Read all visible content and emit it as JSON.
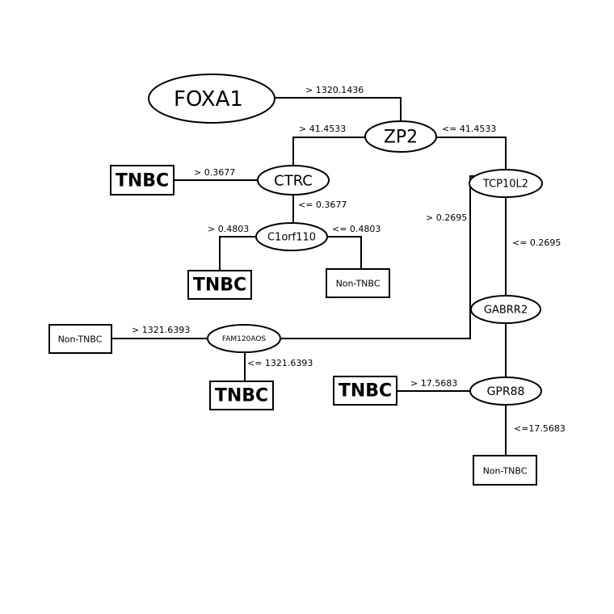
{
  "nodes": {
    "foxa1": "FOXA1",
    "zp2": "ZP2",
    "ctrc": "CTRC",
    "tcp10l2": "TCP10L2",
    "c1orf110": "C1orf110",
    "gabrr2": "GABRR2",
    "fam120aos": "FAM120AOS",
    "gpr88": "GPR88",
    "leaf_tnbc_1": "TNBC",
    "leaf_tnbc_2": "TNBC",
    "leaf_nontnbc_1": "Non-TNBC",
    "leaf_nontnbc_2": "Non-TNBC",
    "leaf_tnbc_3": "TNBC",
    "leaf_tnbc_4": "TNBC",
    "leaf_nontnbc_3": "Non-TNBC"
  },
  "edges": {
    "foxa1_zp2": "> 1320.1436",
    "zp2_ctrc": "> 41.4533",
    "zp2_tcp10l2": "<= 41.4533",
    "ctrc_tnbc": "> 0.3677",
    "ctrc_c1orf110": "<= 0.3677",
    "c1orf110_tnbc": "> 0.4803",
    "c1orf110_nontnbc": "<= 0.4803",
    "tcp10l2_fam120aos": "> 0.2695",
    "tcp10l2_gabrr2": "<= 0.2695",
    "fam120aos_nontnbc": "> 1321.6393",
    "fam120aos_tnbc": "<= 1321.6393",
    "gpr88_tnbc": "> 17.5683",
    "gpr88_nontnbc": "<=17.5683"
  }
}
